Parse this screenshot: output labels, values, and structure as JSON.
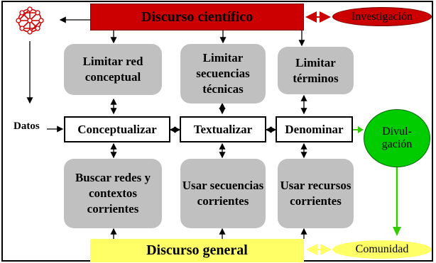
{
  "top": {
    "label": "Discurso científico"
  },
  "bottom": {
    "label": "Discurso general"
  },
  "upper_row": [
    {
      "label": "Limitar red conceptual"
    },
    {
      "label": "Limitar secuencias técnicas"
    },
    {
      "label": "Limitar términos"
    }
  ],
  "middle_row": [
    {
      "label": "Conceptualizar"
    },
    {
      "label": "Textualizar"
    },
    {
      "label": "Denominar"
    }
  ],
  "lower_row": [
    {
      "label": "Buscar redes y contextos corrientes"
    },
    {
      "label": "Usar secuencias corrientes"
    },
    {
      "label": "Usar recursos corrientes"
    }
  ],
  "investigacion": "Investigación",
  "divulgacion": {
    "line1": "Divul-",
    "line2": "gación"
  },
  "comunidad": "Comunidad",
  "datos": "Datos",
  "colors": {
    "scientific": "#cc0000",
    "general": "#ffff66",
    "process": "#c0c0c0",
    "divulgation": "#00cc00",
    "arrow_green": "#33cc00"
  },
  "icons": {
    "network": "network-icon"
  }
}
